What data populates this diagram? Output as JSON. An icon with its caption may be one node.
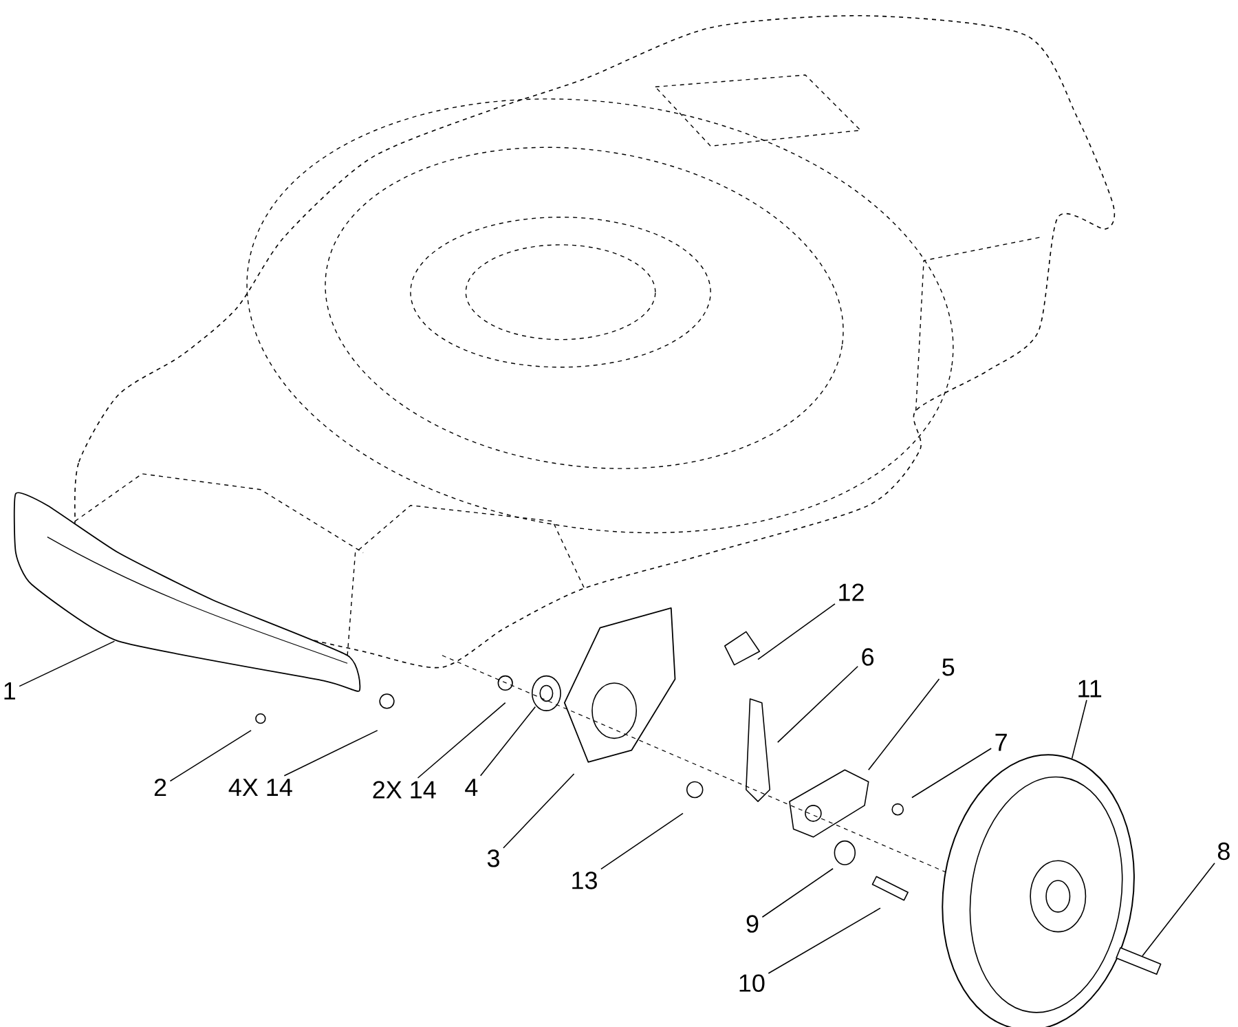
{
  "diagram": {
    "nodes": [
      {
        "text": [
          "1"
        ]
      },
      {
        "text": [
          "2"
        ]
      },
      {
        "text": [
          "4X 14"
        ]
      },
      {
        "text": [
          "2X 14"
        ]
      },
      {
        "text": [
          "4"
        ]
      },
      {
        "text": [
          "3"
        ]
      },
      {
        "text": [
          "13"
        ]
      },
      {
        "text": [
          "12"
        ]
      },
      {
        "text": [
          "6"
        ]
      },
      {
        "text": [
          "5"
        ]
      },
      {
        "text": [
          "7"
        ]
      },
      {
        "text": [
          "11"
        ]
      },
      {
        "text": [
          "8"
        ]
      },
      {
        "text": [
          "9"
        ]
      },
      {
        "text": [
          "10"
        ]
      },
      {
        "text": [],
        "shape": "picture"
      },
      {
        "text": [],
        "shape": "picture"
      }
    ],
    "edges": [
      {
        "from": 0,
        "to": null,
        "arrow": "none"
      },
      {
        "from": 1,
        "to": null,
        "arrow": "none"
      },
      {
        "from": 2,
        "to": null,
        "arrow": "none"
      },
      {
        "from": 3,
        "to": null,
        "arrow": "none"
      },
      {
        "from": 4,
        "to": null,
        "arrow": "none"
      },
      {
        "from": 5,
        "to": null,
        "arrow": "none"
      },
      {
        "from": 6,
        "to": null,
        "arrow": "none"
      },
      {
        "from": 7,
        "to": null,
        "arrow": "none"
      },
      {
        "from": 8,
        "to": null,
        "arrow": "none"
      },
      {
        "from": 9,
        "to": null,
        "arrow": "none"
      },
      {
        "from": 10,
        "to": null,
        "arrow": "none"
      },
      {
        "from": 11,
        "to": 15,
        "arrow": "none"
      },
      {
        "from": 12,
        "to": 16,
        "arrow": "none"
      },
      {
        "from": 13,
        "to": null,
        "arrow": "none"
      },
      {
        "from": 14,
        "to": null,
        "arrow": "none"
      }
    ]
  }
}
